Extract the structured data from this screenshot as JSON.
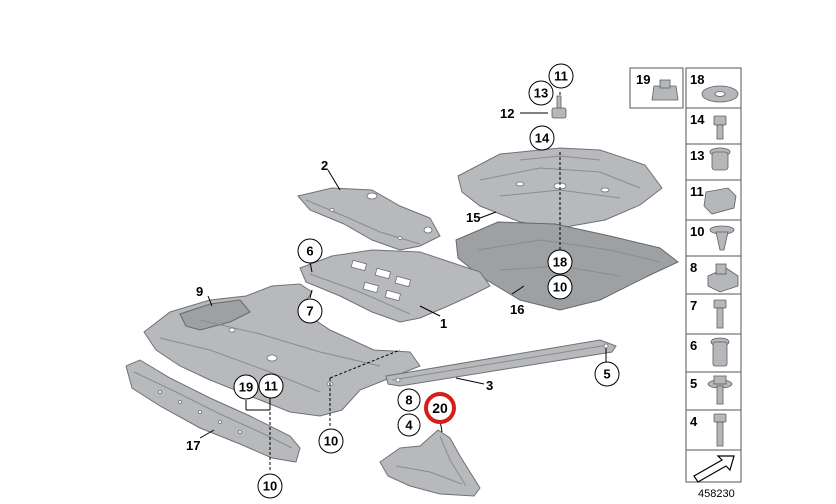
{
  "diagram_id": "458230",
  "callouts": [
    {
      "id": "c-11-top",
      "label": "11"
    },
    {
      "id": "c-13",
      "label": "13"
    },
    {
      "id": "c-14",
      "label": "14"
    },
    {
      "id": "c-18",
      "label": "18"
    },
    {
      "id": "c-10-right",
      "label": "10"
    },
    {
      "id": "c-6",
      "label": "6"
    },
    {
      "id": "c-7",
      "label": "7"
    },
    {
      "id": "c-5",
      "label": "5"
    },
    {
      "id": "c-8",
      "label": "8"
    },
    {
      "id": "c-4",
      "label": "4"
    },
    {
      "id": "c-20",
      "label": "20"
    },
    {
      "id": "c-19",
      "label": "19"
    },
    {
      "id": "c-11-left",
      "label": "11"
    },
    {
      "id": "c-10-mid",
      "label": "10"
    },
    {
      "id": "c-10-bottom",
      "label": "10"
    }
  ],
  "plain_labels": {
    "l2": "2",
    "l12": "12",
    "l15": "15",
    "l16": "16",
    "l9": "9",
    "l1": "1",
    "l3": "3",
    "l17": "17"
  },
  "legend": [
    {
      "label": "19",
      "part": "clip-nut"
    },
    {
      "label": "18",
      "part": "washer"
    },
    {
      "label": "14",
      "part": "hex-bolt"
    },
    {
      "label": "13",
      "part": "expanding-nut"
    },
    {
      "label": "11",
      "part": "spring-nut"
    },
    {
      "label": "10",
      "part": "expanding-rivet"
    },
    {
      "label": "8",
      "part": "square-nut"
    },
    {
      "label": "7",
      "part": "hex-screw"
    },
    {
      "label": "6",
      "part": "rivet-nut"
    },
    {
      "label": "5",
      "part": "collar-screw"
    },
    {
      "label": "4",
      "part": "flange-bolt"
    }
  ]
}
